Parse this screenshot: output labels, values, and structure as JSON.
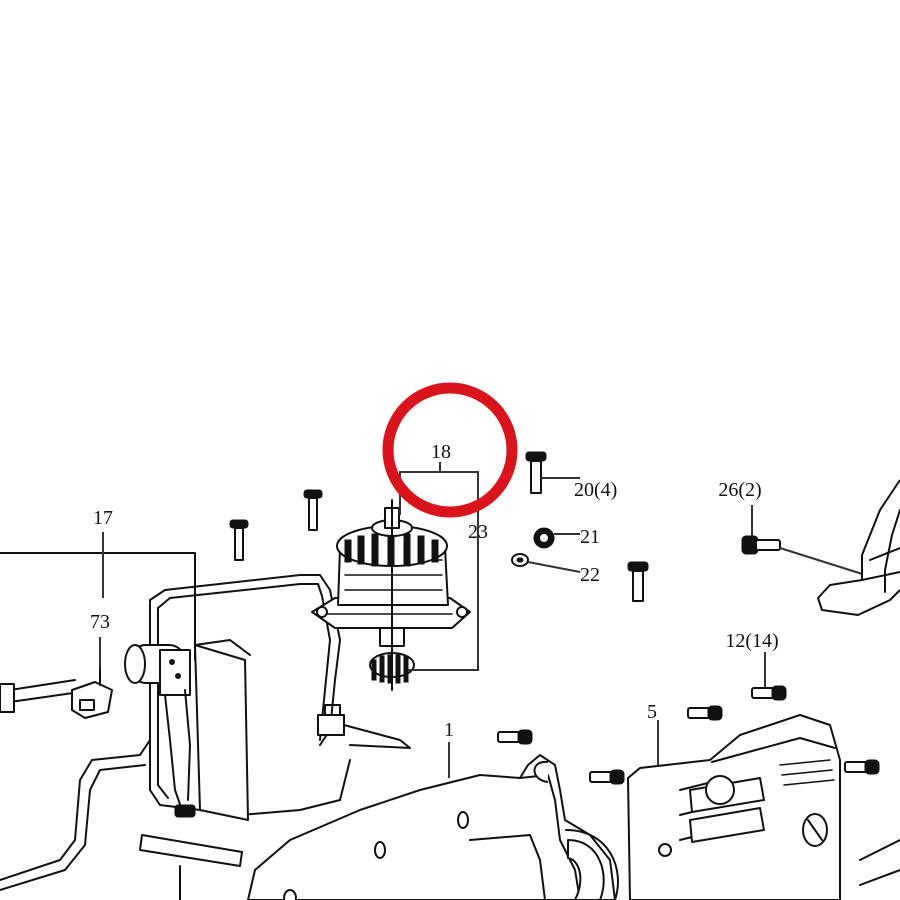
{
  "labels": {
    "p18": "18",
    "p20": "20(4)",
    "p21": "21",
    "p22": "22",
    "p23": "23",
    "p26": "26(2)",
    "p17": "17",
    "p73": "73",
    "p12": "12(14)",
    "p5": "5",
    "p1": "1"
  },
  "highlight": {
    "shape": "circle",
    "color": "#d8141c"
  },
  "colors": {
    "line": "#111111",
    "background": "#ffffff"
  }
}
